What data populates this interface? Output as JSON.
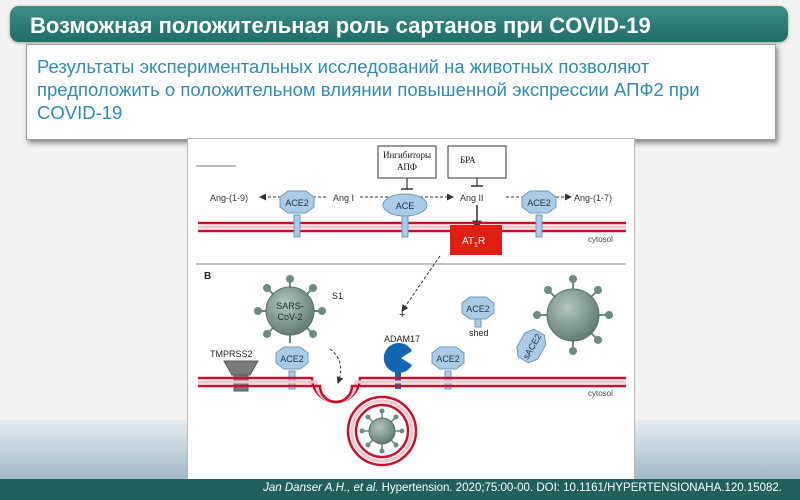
{
  "slide": {
    "title": "Возможная положительная роль сартанов при COVID-19",
    "subtitle": "Результаты экспериментальных исследований на животных позволяют предположить о положительном влиянии повышенной экспрессии АПФ2 при COVID-19",
    "citation_authors": "Jan Danser A.H., et al.",
    "citation_source": "Hypertension. 2020;75:00-00. DOI: 10.1161/HYPERTENSIONAHA.120.15082."
  },
  "diagram": {
    "panel_a": {
      "box_inhibitors_line1": "Ингибиторы",
      "box_inhibitors_line2": "АПФ",
      "box_bra": "БРА",
      "ang_19": "Ang-(1-9)",
      "ang_1": "Ang I",
      "ang_2": "Ang II",
      "ang_17": "Ang-(1-7)",
      "ace2_left": "ACE2",
      "ace": "ACE",
      "ace2_right": "ACE2",
      "receptor_main": "AT",
      "receptor_sub": "1",
      "receptor_end": "R",
      "cytosol": "cytosol"
    },
    "panel_b": {
      "panel_label": "B",
      "virus_line1": "SARS-",
      "virus_line2": "CoV-2",
      "spike": "S1",
      "tmprss2": "TMPRSS2",
      "ace2_bound": "ACE2",
      "adam17": "ADAM17",
      "plus": "+",
      "ace2_membrane": "ACE2",
      "ace2_shed": "ACE2",
      "shed": "shed",
      "sace2": "sACE2",
      "cytosol": "cytosol"
    },
    "colors": {
      "membrane": "#c8102e",
      "receptor": "#e11e12",
      "enzyme_fill": "#a9cbe6",
      "adam17": "#1566b0",
      "virus": "#77928a"
    }
  }
}
